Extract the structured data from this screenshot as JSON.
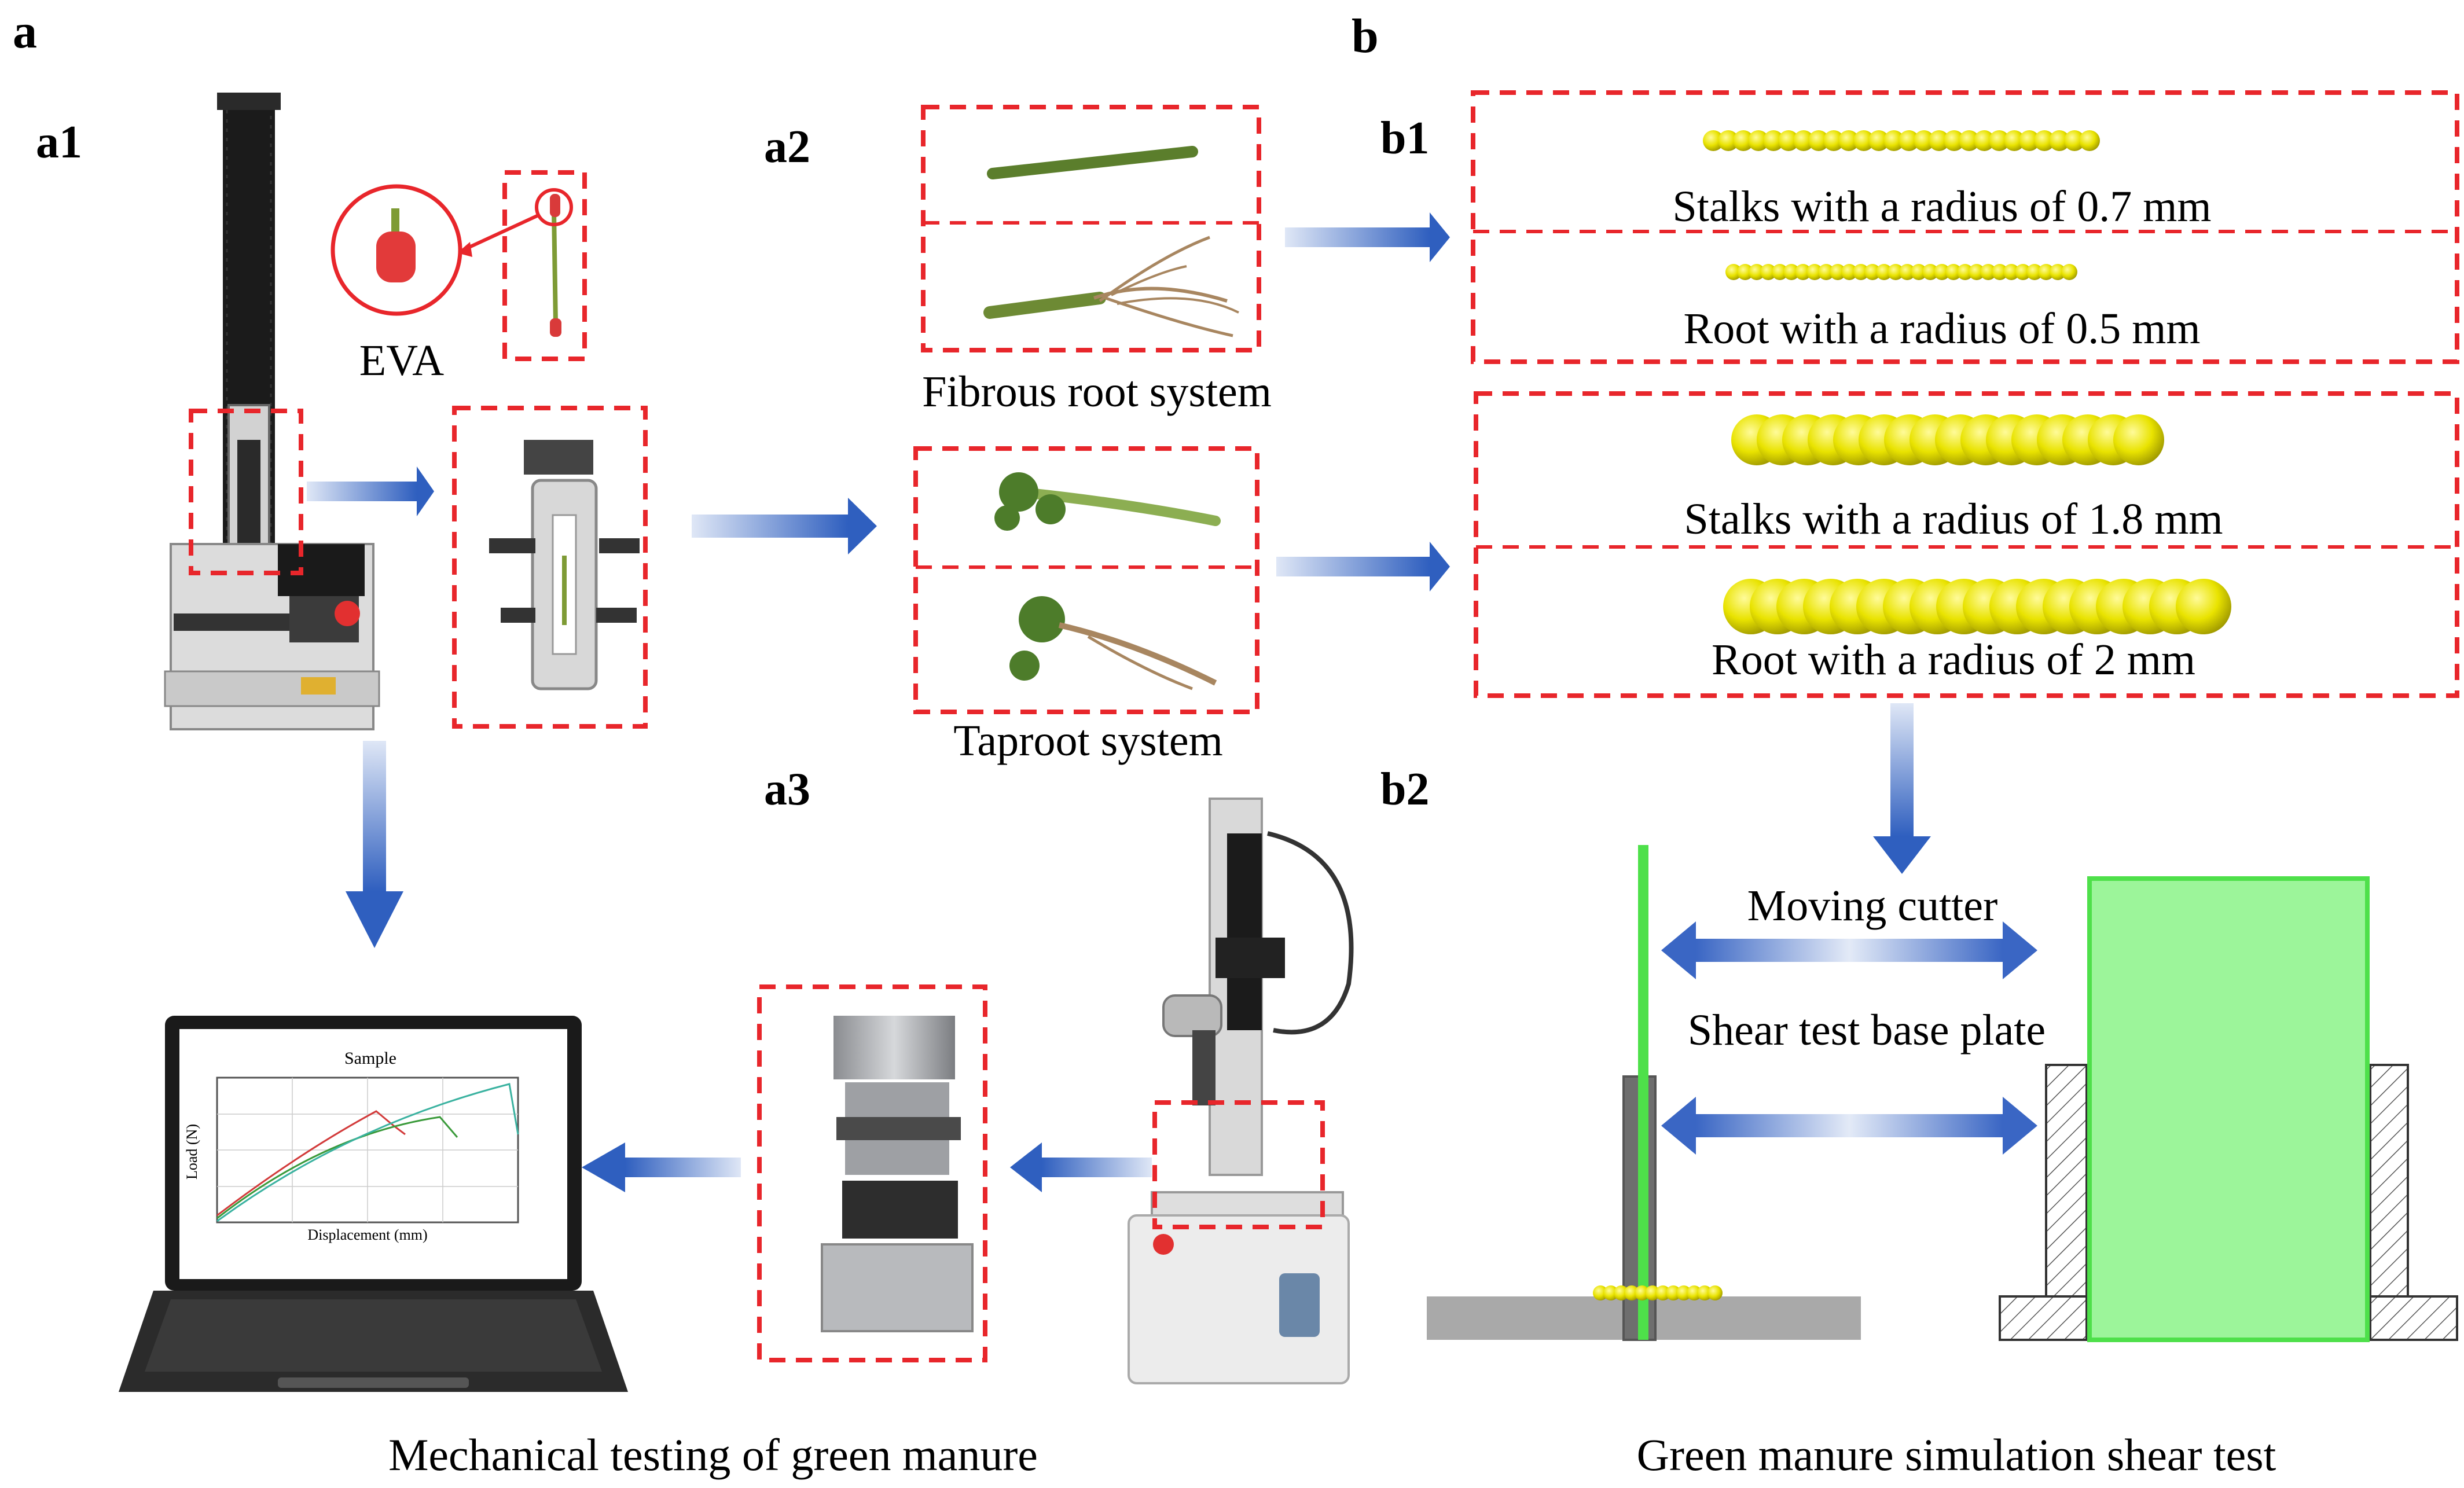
{
  "panels": {
    "a": "a",
    "b": "b",
    "a1": "a1",
    "a2": "a2",
    "a3": "a3",
    "b1": "b1",
    "b2": "b2"
  },
  "labels": {
    "eva": "EVA",
    "fibrous_root_system": "Fibrous root system",
    "taproot_system": "Taproot system",
    "stalks_07": "Stalks with a radius of 0.7 mm",
    "root_05": "Root  with a radius of 0.5 mm",
    "stalks_18": "Stalks with a radius of 1.8 mm",
    "root_2": "Root with a radius of 2 mm",
    "moving_cutter": "Moving cutter",
    "shear_base_plate": "Shear test base plate",
    "caption_left": "Mechanical testing of green manure",
    "caption_right": "Green manure simulation shear test"
  },
  "laptop_chart": {
    "title": "Sample",
    "xlabel": "Displacement (mm)",
    "ylabel": "Load (N)"
  },
  "colors": {
    "red_dash": "#e8262b",
    "arrow_blue": "#2f5fbf",
    "arrow_light": "#d8e2f5",
    "particle_yellow": "#e6e200",
    "cutter_green": "#8ef58a",
    "plate_gray": "#a9a9a9"
  }
}
